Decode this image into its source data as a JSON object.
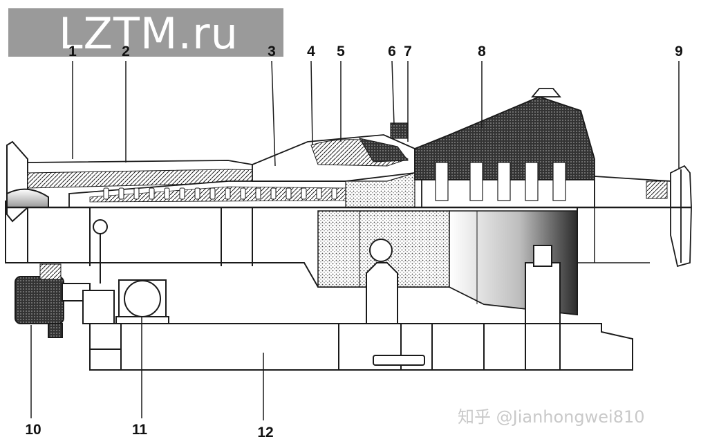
{
  "watermark": {
    "text": "LZTM.ru"
  },
  "credit": {
    "text": "知乎 @Jianhongwei810"
  },
  "callouts": [
    "1",
    "2",
    "3",
    "4",
    "5",
    "6",
    "7",
    "8",
    "9",
    "10",
    "11",
    "12"
  ],
  "colors": {
    "ink": "#1a1a1a",
    "shade": "#555555",
    "paper": "#ffffff",
    "watermark_bg": "#8c8c8c"
  }
}
